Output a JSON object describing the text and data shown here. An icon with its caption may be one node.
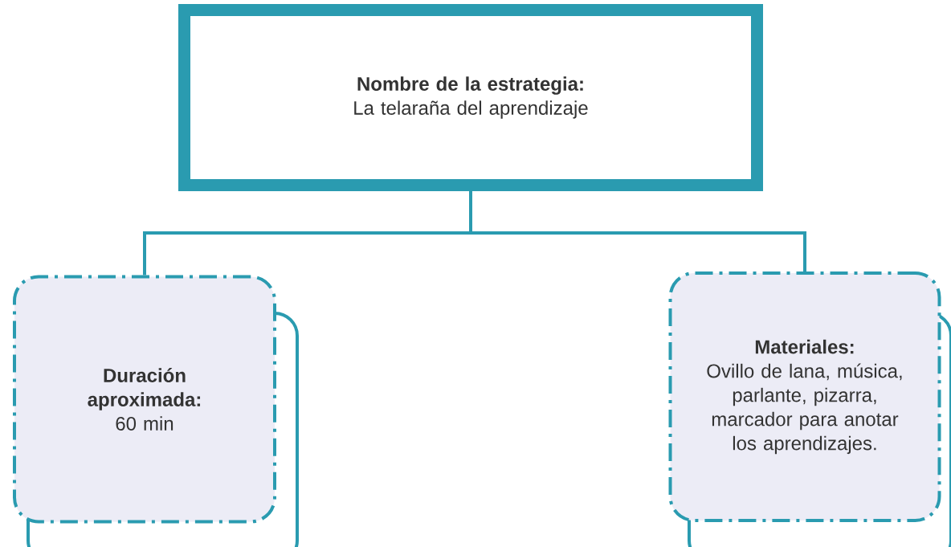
{
  "diagram": {
    "nodes": [
      {
        "text": [
          "Nombre de la estrategia:",
          "La telaraña del aprendizaje"
        ]
      },
      {
        "text": [
          "Duración aproximada:",
          "60 min"
        ]
      },
      {
        "text": [
          "Materiales:",
          "Ovillo de lana, música, parlante, pizarra, marcador para anotar los aprendizajes."
        ]
      }
    ],
    "edges": [
      {
        "from": 0,
        "to": 1,
        "arrow": "none"
      },
      {
        "from": 0,
        "to": 2,
        "arrow": "none"
      }
    ]
  }
}
